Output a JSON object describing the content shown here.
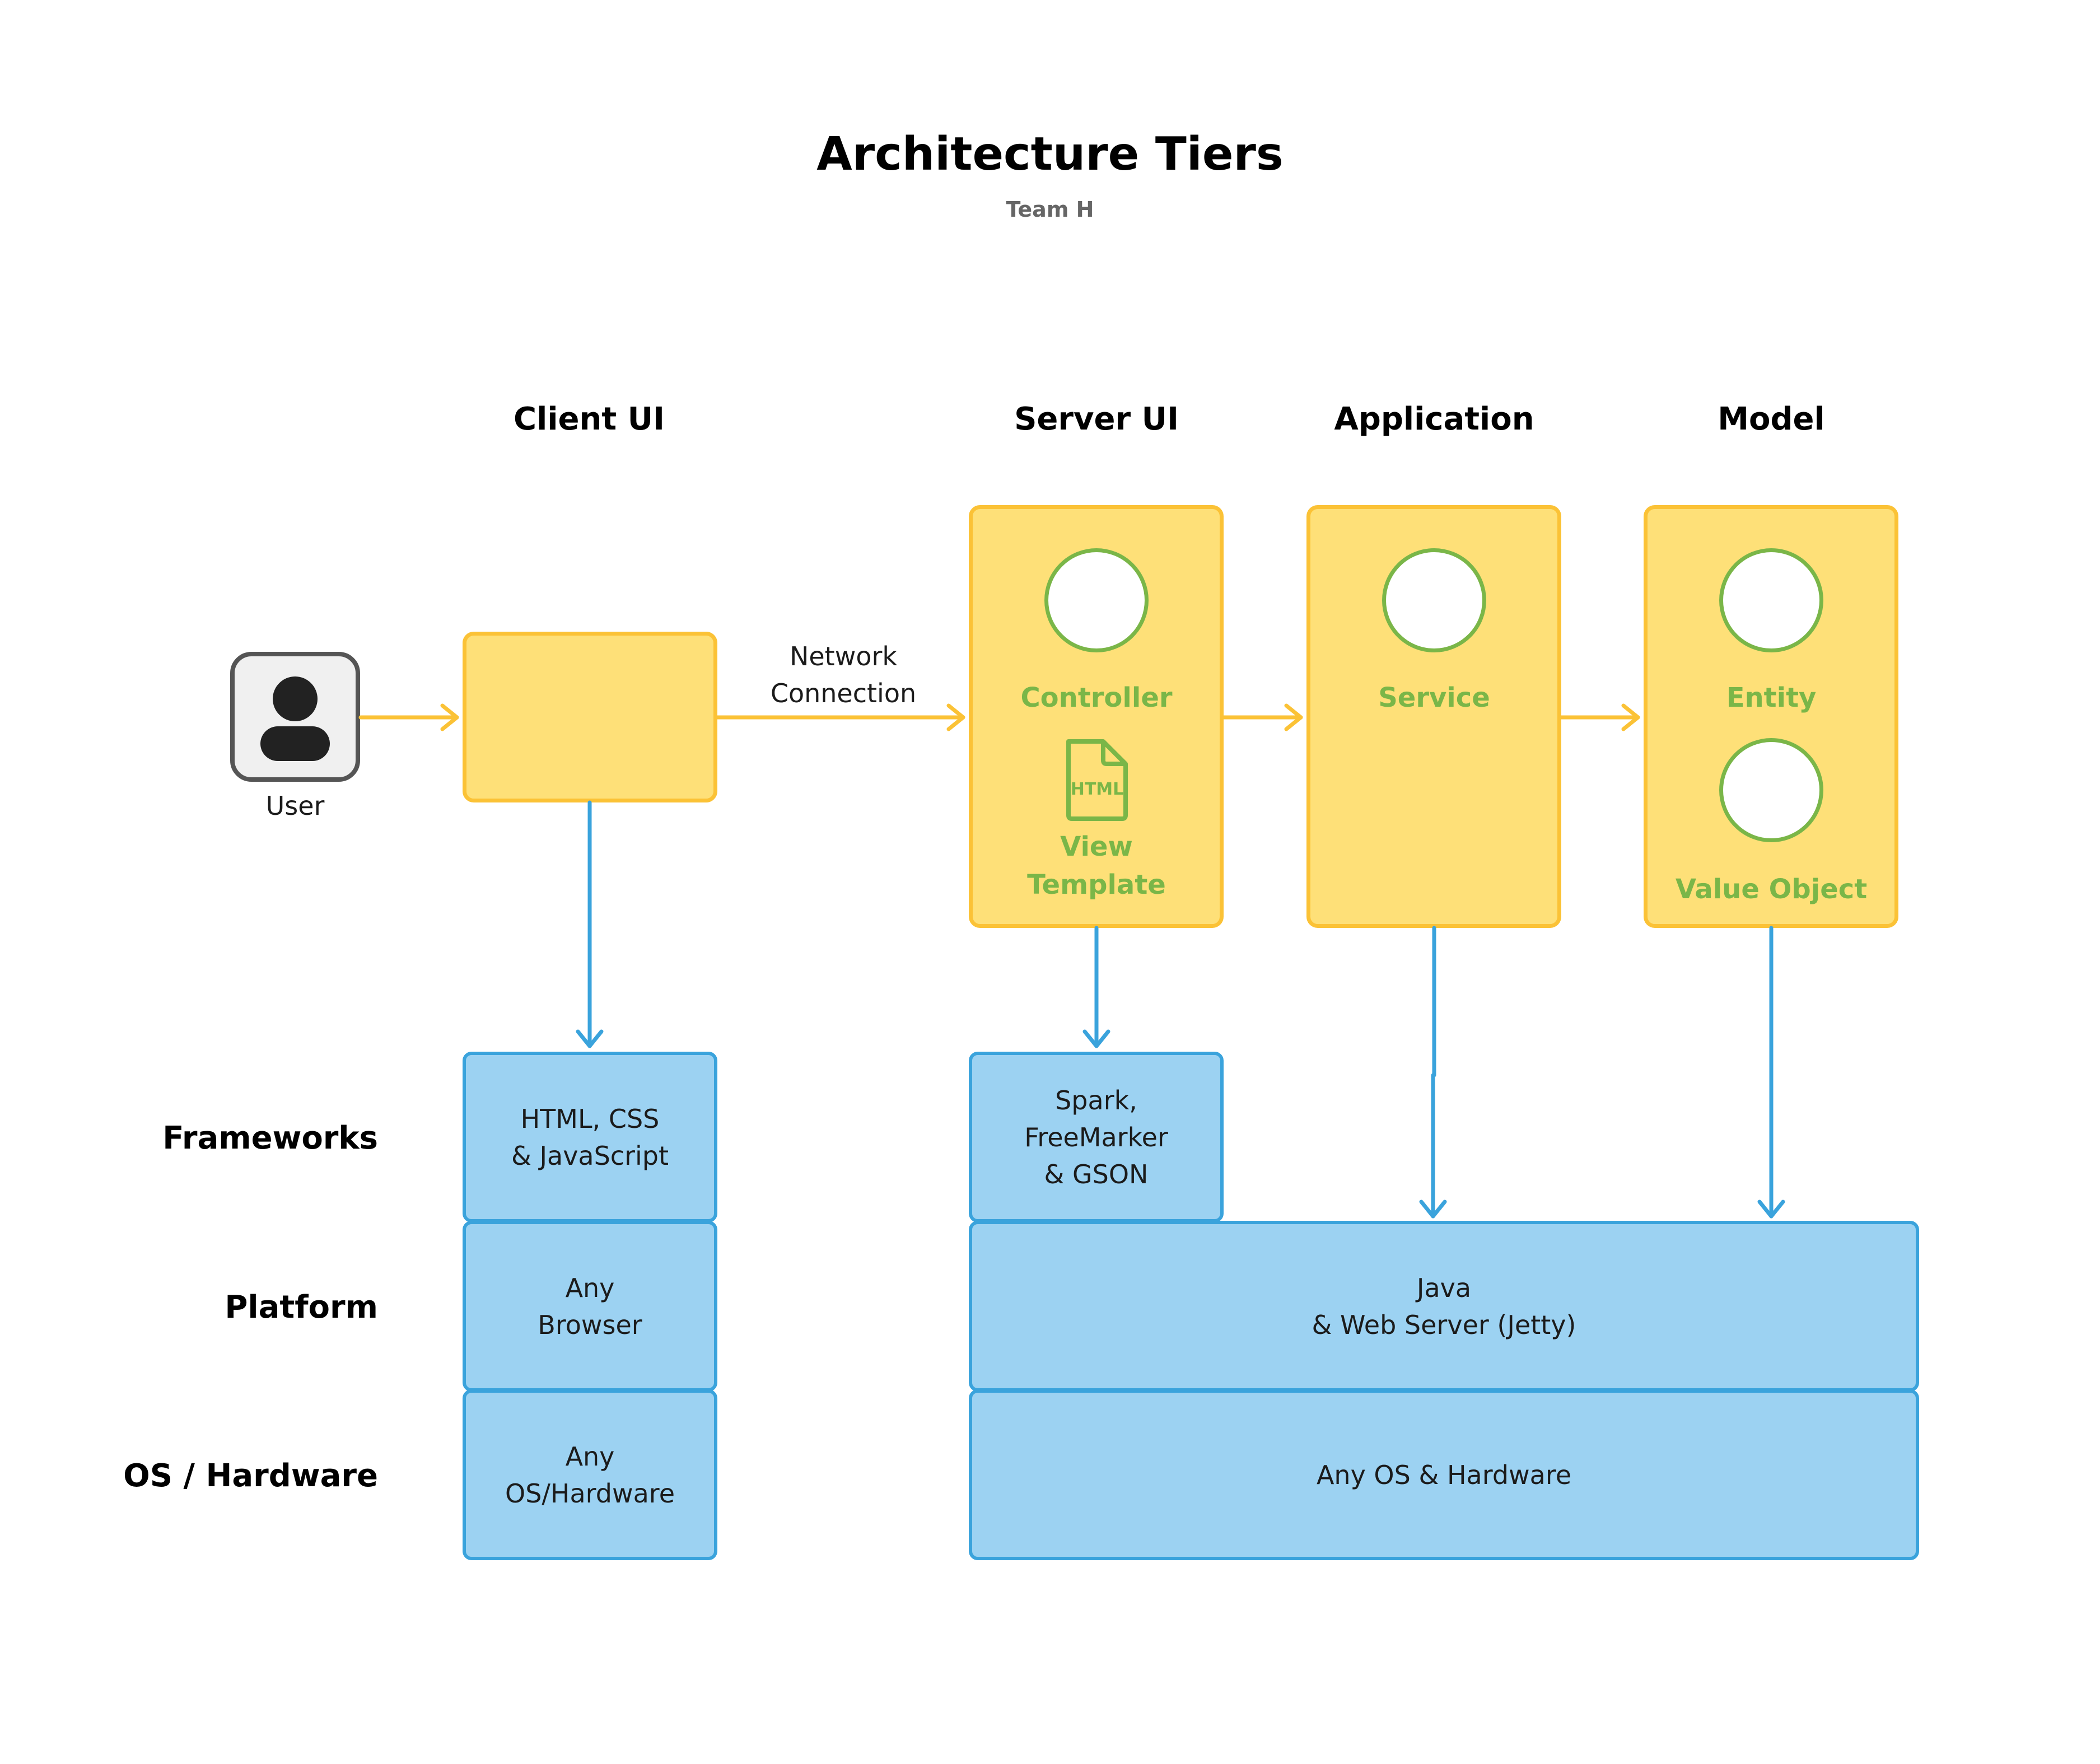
{
  "header": {
    "title": "Architecture Tiers",
    "subtitle": "Team H"
  },
  "columns": {
    "client_ui": "Client UI",
    "server_ui": "Server UI",
    "application": "Application",
    "model": "Model"
  },
  "rows": {
    "frameworks": "Frameworks",
    "platform": "Platform",
    "os_hardware": "OS / Hardware"
  },
  "user": {
    "label": "User",
    "icon": "user-avatar-icon"
  },
  "connection": {
    "label": "Network\nConnection"
  },
  "components": {
    "controller": "Controller",
    "view_template": "View\nTemplate",
    "view_template_icon_text": "HTML",
    "service": "Service",
    "entity": "Entity",
    "value_object": "Value Object"
  },
  "stack": {
    "client_frameworks": "HTML, CSS\n& JavaScript",
    "client_platform": "Any\nBrowser",
    "client_os": "Any\nOS/Hardware",
    "server_frameworks": "Spark,\nFreeMarker\n& GSON",
    "server_platform": "Java\n& Web Server (Jetty)",
    "server_os": "Any OS & Hardware"
  },
  "colors": {
    "tier_fill": "#fee078",
    "tier_border": "#fbc236",
    "stack_fill": "#9cd2f2",
    "stack_border": "#3aa3dc",
    "component_accent": "#7ab648",
    "flow_arrow": "#fbc236",
    "dependency_arrow": "#3aa3dc"
  }
}
